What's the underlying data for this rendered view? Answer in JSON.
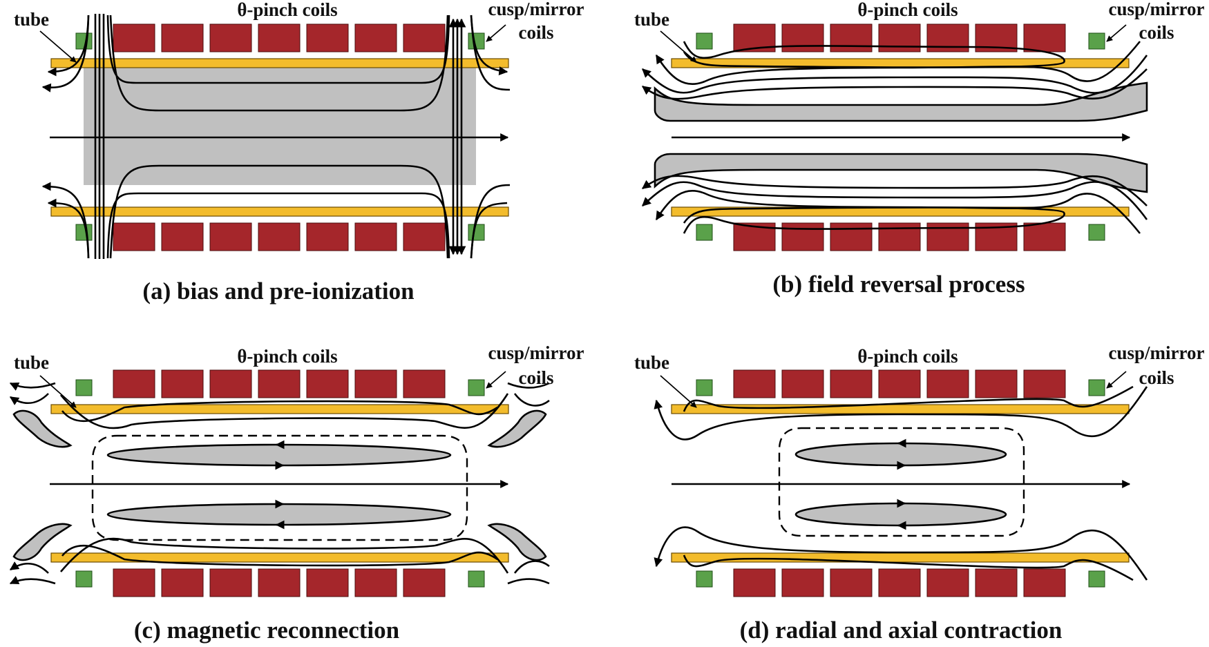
{
  "panels": [
    {
      "id": "a",
      "caption": "(a) bias and pre-ionization",
      "theta_label": "θ-pinch coils",
      "tube_label": "tube",
      "cusp_label_1": "cusp/mirror",
      "cusp_label_2": "coils"
    },
    {
      "id": "b",
      "caption": "(b) field reversal process",
      "theta_label": "θ-pinch coils",
      "tube_label": "tube",
      "cusp_label_1": "cusp/mirror",
      "cusp_label_2": "coils"
    },
    {
      "id": "c",
      "caption": "(c) magnetic reconnection",
      "theta_label": "θ-pinch coils",
      "tube_label": "tube",
      "cusp_label_1": "cusp/mirror",
      "cusp_label_2": "coils"
    },
    {
      "id": "d",
      "caption": "(d) radial and axial contraction",
      "theta_label": "θ-pinch coils",
      "tube_label": "tube",
      "cusp_label_1": "cusp/mirror",
      "cusp_label_2": "coils"
    }
  ],
  "colors": {
    "theta_coil": "#a5262b",
    "cusp_coil": "#5aa14a",
    "tube": "#f3bc2c",
    "plasma": "#c0c0c0",
    "field_line": "#000000"
  }
}
